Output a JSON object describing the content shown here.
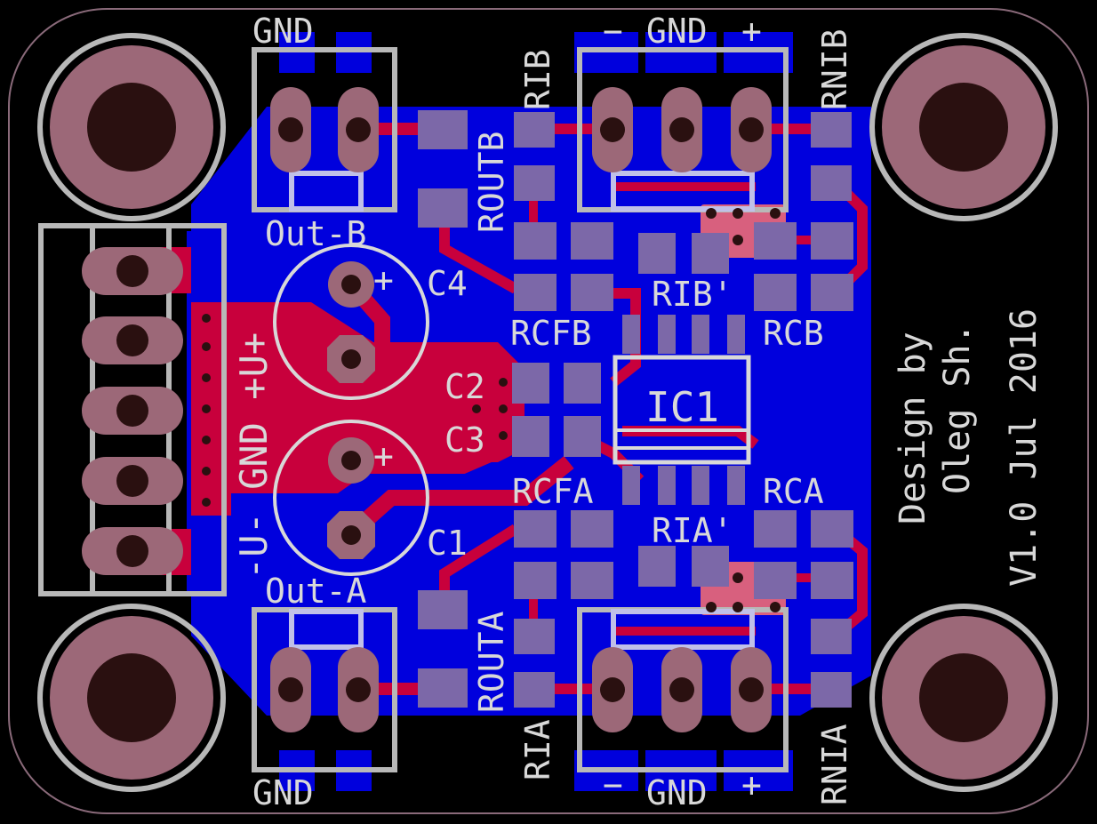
{
  "colors": {
    "background": "#000000",
    "copper_bottom": "#0000DD",
    "copper_top": "#C8003C",
    "pad": "#9C6878",
    "pad_blue": "#7C68A8",
    "drill": "#2A1010",
    "silk": "#D8D8D8",
    "silk_gray": "#B8B8B8",
    "outline": "#8A6A7A"
  },
  "labels": {
    "gnd_top_left": "GND",
    "gnd_top_right": "GND",
    "gnd_bottom_left": "GND",
    "gnd_bottom_right": "GND",
    "minus_top": "−",
    "plus_top": "+",
    "minus_bottom": "−",
    "plus_bottom": "+",
    "out_b": "Out-B",
    "out_a": "Out-A",
    "c4": "C4",
    "c2": "C2",
    "c3": "C3",
    "c1": "C1",
    "c4_plus": "+",
    "c1_plus": "+",
    "rcfb": "RCFB",
    "rcb": "RCB",
    "rcfa": "RCFA",
    "rca": "RCA",
    "rib_prime": "RIB'",
    "ria_prime": "RIA'",
    "ic1": "IC1",
    "rib": "RIB",
    "rnib": "RNIB",
    "routb": "ROUTB",
    "routa": "ROUTA",
    "ria": "RIA",
    "rnia": "RNIA",
    "power_label": "-U- GND +U+",
    "design_line1": "Design by",
    "design_line2": "Oleg Sh.",
    "version_line": "V1.0  Jul 2016"
  }
}
